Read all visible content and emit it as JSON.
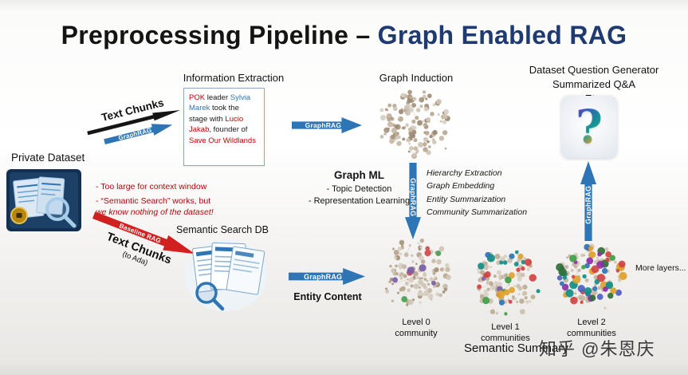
{
  "title": {
    "prefix": "Preprocessing Pipeline – ",
    "accent": "Graph Enabled RAG"
  },
  "colors": {
    "accent_blue": "#1e3a70",
    "arrow_blue": "#2e75b6",
    "arrow_red": "#d02020",
    "note_red": "#a50d0d"
  },
  "labels": {
    "private_dataset": "Private Dataset",
    "information_extraction": "Information Extraction",
    "graph_induction": "Graph Induction",
    "semantic_search_db": "Semantic Search DB",
    "entity_content": "Entity Content",
    "semantic_summary": "Semantic Summary",
    "more_layers": "More layers...",
    "level0": {
      "line1": "Level 0",
      "line2": "community"
    },
    "level1": {
      "line1": "Level 1",
      "line2": "communities"
    },
    "level2": {
      "line1": "Level 2",
      "line2": "communities"
    }
  },
  "question_generator": {
    "line1": "Dataset Question Generator",
    "line2": "Summarized Q&A",
    "line3": "Etc.",
    "glyph": "?"
  },
  "arrows": {
    "graphrag": "GraphRAG",
    "text_chunks_top": "Text Chunks",
    "baseline_rag": "Baseline RAG",
    "text_chunks_bottom": "Text Chunks",
    "to_ada": "(to Ada)"
  },
  "extraction_sample": {
    "segments": [
      {
        "text": "POK",
        "color": "#c00000"
      },
      {
        "text": " leader ",
        "color": "#1a1a1a"
      },
      {
        "text": "Sylvia Marek",
        "color": "#2e75b6"
      },
      {
        "text": " took the stage with ",
        "color": "#1a1a1a"
      },
      {
        "text": "Lucio Jakab",
        "color": "#c00000"
      },
      {
        "text": ", founder of ",
        "color": "#1a1a1a"
      },
      {
        "text": "Save Our Wildlands",
        "color": "#c00000"
      }
    ]
  },
  "graph_ml": {
    "title": "Graph ML",
    "items": [
      "- Topic Detection",
      "- Representation Learning"
    ]
  },
  "hierarchy_notes": [
    "Hierarchy Extraction",
    "Graph Embedding",
    "Entity Summarization",
    "Community Summarization"
  ],
  "dataset_notes": [
    {
      "segments": [
        {
          "text": "- Too large for context window"
        }
      ]
    },
    {
      "segments": [
        {
          "text": "- “Semantic Search” works, but "
        },
        {
          "text": "we know nothing of the dataset!",
          "italic": true
        }
      ]
    }
  ],
  "watermark": "知乎 @朱恩庆",
  "clusters": [
    {
      "id": "graph-induction",
      "seed": 7,
      "count": 135,
      "palette": [
        "#c8b9a6",
        "#b9a78f",
        "#d7cec1",
        "#a6937c",
        "#cfc4b4",
        "#9b8a74"
      ],
      "accents": [],
      "accent_count": 0
    },
    {
      "id": "level0",
      "seed": 13,
      "count": 118,
      "palette": [
        "#c8b9a6",
        "#b9a78f",
        "#d7cec1",
        "#a6937c",
        "#cfc4b4"
      ],
      "accents": [
        "#2e75b6",
        "#4a9e4f",
        "#7b5ea7",
        "#cf4a4a"
      ],
      "accent_count": 9
    },
    {
      "id": "level1",
      "seed": 21,
      "count": 95,
      "palette": [
        "#cdbfae",
        "#bcab93",
        "#d9d0c3"
      ],
      "accents": [
        "#2e75b6",
        "#3f9e46",
        "#d04343",
        "#0f8f85",
        "#e0a32e",
        "#7b5ea7"
      ],
      "accent_count": 32
    },
    {
      "id": "level2",
      "seed": 33,
      "count": 68,
      "palette": [
        "#d2c7b8",
        "#c3b49d"
      ],
      "accents": [
        "#2e75b6",
        "#3f9e46",
        "#d04343",
        "#0f8f85",
        "#8e2fa8",
        "#e0a32e",
        "#4e5fc0",
        "#2f6f3a"
      ],
      "accent_count": 58
    }
  ]
}
